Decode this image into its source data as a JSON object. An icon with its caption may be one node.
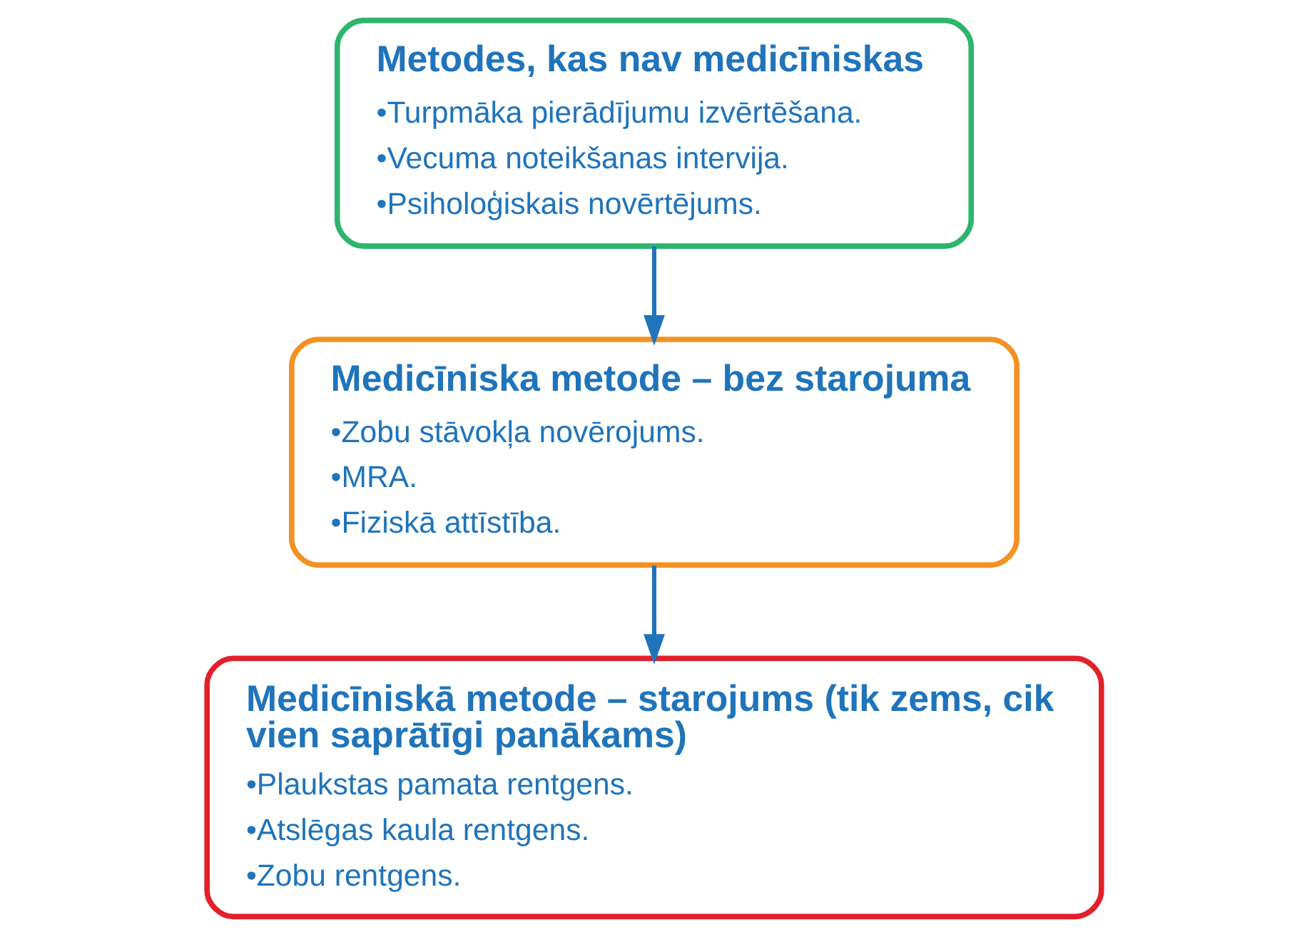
{
  "diagram": {
    "nodes": [
      {
        "text": [
          "Metodes, kas nav medicīniskas",
          "•Turpmāka pierādījumu izvērtēšana.",
          "•Vecuma noteikšanas intervija.",
          "•Psiholoģiskais novērtējums."
        ]
      },
      {
        "text": [
          "Medicīniska metode – bez starojuma",
          "•Zobu stāvokļa novērojums.",
          "•MRA.",
          "•Fiziskā attīstība."
        ]
      },
      {
        "text": [
          "Medicīniskā metode – starojums (tik zems, cik vien saprātīgi panākams)",
          "•Plaukstas pamata rentgens.",
          "•Atslēgas kaula rentgens.",
          "•Zobu rentgens."
        ]
      }
    ],
    "edges": [
      {
        "from": 0,
        "to": 1,
        "arrow": "to"
      },
      {
        "from": 1,
        "to": 2,
        "arrow": "to"
      }
    ]
  }
}
